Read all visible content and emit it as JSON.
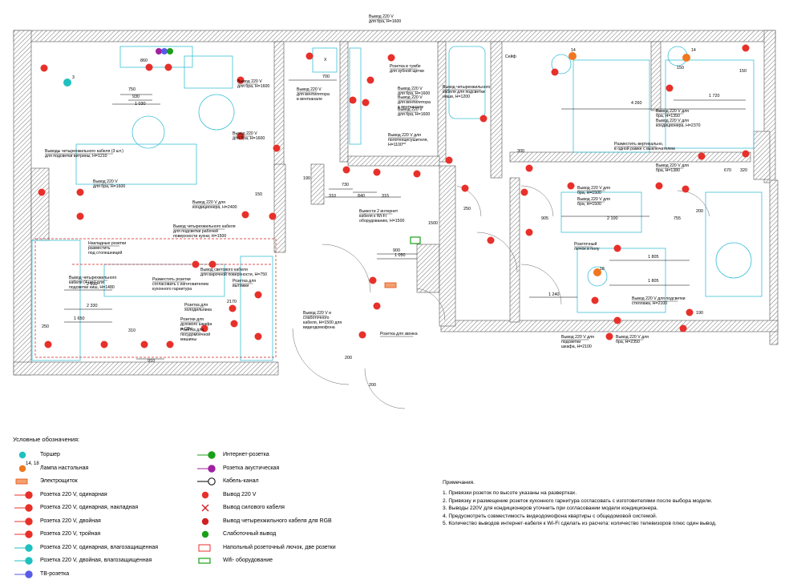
{
  "plan_labels": {
    "l1": "Вывод 220 V\nдля бра, H=1600",
    "l2": "Розетка в тумбе\nдля зубной щетки",
    "l3": "Вывод 220 V\nдля бра, H=1600",
    "l4": "Вывод 220 V\nдля вентилятора\nв вентканале",
    "l5": "Вывод 220 V\nдля вентилятора\nв вентканале",
    "l6": "Вывод 220 V\nдля бра, H=1600",
    "l7": "Вывод четырехжильного\nкабеля для подсветки\nниши, H=1200",
    "l8": "Вывод 220 V\nдля бра, H=1600",
    "l9": "Вывод 220 V для\nполотенцесушителя,\nH=1100**",
    "l10": "Выводы четырехжильного кабеля (3 шт.)\nдля подсветки витрины, H=1210",
    "l11": "Вывод 220 V\nдля бра, H=1600",
    "l12": "Вывод 220 V\nдля бра, H=1600",
    "l13": "Вывод 220 V для\nкондиционера, H=2400",
    "l14": "Вывод четырехжильного кабеля\nдля подсветки рабочей\nповерхности кухни, H=1500",
    "l15": "Накладные розетки\nразместить\nпод столешницей",
    "l16": "Вывод четырехжильного\nкабеля (4 шт.) для\nподсветки ниш, H=1480",
    "l17": "Разместить розетки\nсогласовать с изготовителем\nкухонного гарнитура",
    "l18": "Вывод светового кабеля\nдля варочной поверхности, H=750",
    "l19": "Розетка для\nвытяжки",
    "l20": "Розетка для\nхолодильника",
    "l21": "Розетки для\nдухового шкафа\nи СВЧ",
    "l22": "Розетка для\nпосудомоечной\nмашины",
    "l23": "Вывести 2 интернет\nкабеля к Wi-Fi\nоборудованию, H=1500",
    "l24": "Вывод 220 V и\nслаботочного\nкабеля, H=1500 для\nвидеодомофона",
    "l25": "Розетка для звонка",
    "l26": "Вывод 220 V для\nбра, H=1500",
    "l27": "Вывод 220 V для\nбра, H=1500",
    "l28": "Вывод 220 V для\nкондиционера, H=2370",
    "l29": "Разместить вертикально,\nв одной рамке с выключателем",
    "l30": "Вывод 220 V для\nбра, H=1350",
    "l31": "Вывод 220 V для\nбра, H=1380",
    "l32": "Розеточный\nлючок в полу",
    "l33": "Вывод 220 V для подсветки\nстеллажа, H=2100",
    "l34": "Вывод 220 V для\nподсветки\nшкафа, H=2100",
    "l35": "Вывод 220 V для\nбра, H=2350",
    "sign_seif": "Сейф"
  },
  "dimensions": {
    "d860": "860",
    "d750": "750",
    "d930": "930",
    "d1030": "1 030",
    "d700": "700",
    "d1720": "1 720",
    "d4260": "4 260",
    "d150a": "150",
    "d300": "300",
    "d670": "670",
    "d320": "320",
    "d730": "730",
    "d840": "840",
    "d315": "315",
    "d310": "310",
    "d190a": "190",
    "d250": "250",
    "d150b": "150",
    "d2100": "2 100",
    "d905": "905",
    "d755": "755",
    "d200a": "200",
    "d1805a": "1 805",
    "d1805b": "1 805",
    "d1240": "1 240",
    "d900": "900",
    "d1050": "1 050",
    "d1500": "1500",
    "d2930": "2 930",
    "d2330": "2 330",
    "d1650": "1 650",
    "d250b": "250",
    "d310b": "310",
    "d910": "910",
    "d2170": "2170",
    "d200b": "200",
    "d200c": "200",
    "d150c": "150",
    "d190b": "190"
  },
  "room_marks": {
    "m3": "3",
    "m14a": "14",
    "m14b": "14",
    "m18": "18",
    "mx": "X"
  },
  "legend": {
    "title": "Условные обозначения:",
    "items": [
      {
        "label": "Торшер",
        "icon": "floor-lamp-icon"
      },
      {
        "label": "Лампа настольная",
        "icon": "table-lamp-icon",
        "mark": "14, 18"
      },
      {
        "label": "Электрощиток",
        "icon": "electrical-panel-icon"
      },
      {
        "label": "Розетка 220 V, одинарная",
        "icon": "socket-single-icon"
      },
      {
        "label": "Розетка 220 V, одинарная, накладная",
        "icon": "socket-surface-icon"
      },
      {
        "label": "Розетка 220 V, двойная",
        "icon": "socket-double-icon"
      },
      {
        "label": "Розетка 220 V, тройная",
        "icon": "socket-triple-icon"
      },
      {
        "label": "Розетка 220 V, одинарная, влагозащищенная",
        "icon": "socket-waterproof-icon"
      },
      {
        "label": "Розетка 220 V, двойная, влагозащищенная",
        "icon": "socket-double-waterproof-icon"
      },
      {
        "label": "ТВ-розетка",
        "icon": "tv-socket-icon"
      },
      {
        "label": "Интернет-розетка",
        "icon": "internet-socket-icon"
      },
      {
        "label": "Розетка акустическая",
        "icon": "acoustic-socket-icon"
      },
      {
        "label": "Кабель-канал",
        "icon": "cable-channel-icon"
      },
      {
        "label": "Вывод 220 V",
        "icon": "outlet-220-icon"
      },
      {
        "label": "Вывод силового кабеля",
        "icon": "power-cable-icon"
      },
      {
        "label": "Вывод четырехжильного кабеля для RGB",
        "icon": "rgb-cable-icon"
      },
      {
        "label": "Слаботочный вывод",
        "icon": "low-current-icon"
      },
      {
        "label": "Напольный розеточный лючок, две розетки",
        "icon": "floor-box-icon"
      },
      {
        "label": "Wifi- оборудование",
        "icon": "wifi-equipment-icon"
      }
    ]
  },
  "notes": {
    "title": "Примечания.",
    "items": [
      "1. Привязки розеток по высоте указаны на развертках.",
      "2. Привязку и размещение розеток кухонного гарнитура согласовать с изготовителями после выбора модели.",
      "3. Выводы 220V для кондиционеров уточнить при согласовании модели кондиционера.",
      "4. Предусмотреть совместимость видеодомофона квартиры с общедомовой системой.",
      "5. Количество выводов интернет-кабеля к Wi-Fi сделать из расчета: количество телевизоров плюс один вывод."
    ]
  },
  "colors": {
    "socket": "#e8302a",
    "wall_hatch": "#888888",
    "furniture": "#3cc0d8",
    "tv": "#5a5ae8",
    "internet": "#18a018",
    "acoustic": "#a020a0",
    "rgb": "#d02020",
    "lamp": "#f07820",
    "torch": "#20c0c0"
  }
}
